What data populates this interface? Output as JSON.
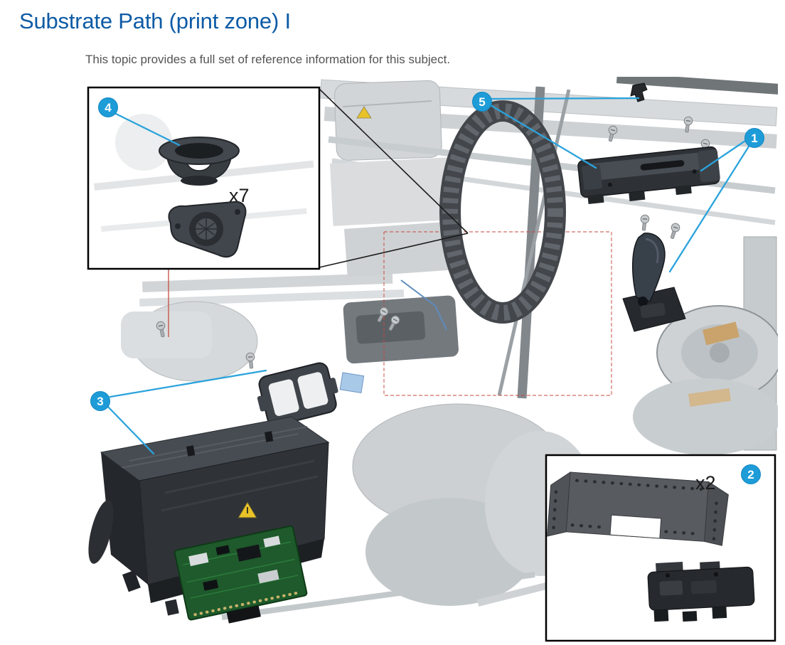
{
  "page": {
    "title": "Substrate Path (print zone) I",
    "subtitle": "This topic provides a full set of reference information for this subject."
  },
  "figure": {
    "callouts": [
      {
        "number": "1"
      },
      {
        "number": "2"
      },
      {
        "number": "3"
      },
      {
        "number": "4"
      },
      {
        "number": "5"
      }
    ],
    "insets": [
      {
        "label": "x7"
      },
      {
        "label": "x2"
      }
    ],
    "colors": {
      "title_blue": "#0d5ba5",
      "callout_blue": "#1d9cd8",
      "leader_blue": "#2ba3dc",
      "pcb_green": "#1e5a2b",
      "warning_yellow": "#e9c227"
    }
  }
}
